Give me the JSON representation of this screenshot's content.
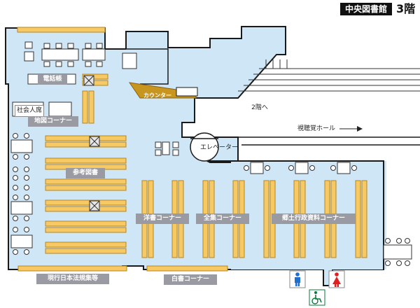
{
  "header": {
    "library_name": "中央図書館",
    "floor": "3階"
  },
  "labels": {
    "phone_book": "電話帳",
    "counter": "カウンター",
    "to_2f": "2階へ",
    "av_hall": "視聴覚ホール",
    "social": "社会人席",
    "map_corner": "地図コーナー",
    "elevator": "エレベーター",
    "reference": "参考図書",
    "western": "洋書コーナー",
    "complete": "全集コーナー",
    "local_admin": "郷土行政資料コーナー",
    "current_law": "現行日本法規集等",
    "white_paper": "白書コーナー"
  },
  "colors": {
    "floor": "#cfe6f6",
    "outline": "#1a1a1a",
    "shelf": "#f6c964",
    "shelf_edge": "#b88620",
    "counter": "#c8961e",
    "men": "#1e6fd0",
    "women": "#e02020",
    "accessible": "#0a7a3e"
  },
  "icons": [
    "stairs-icon",
    "arrow-right-icon",
    "men-restroom-icon",
    "women-restroom-icon",
    "wheelchair-icon"
  ]
}
